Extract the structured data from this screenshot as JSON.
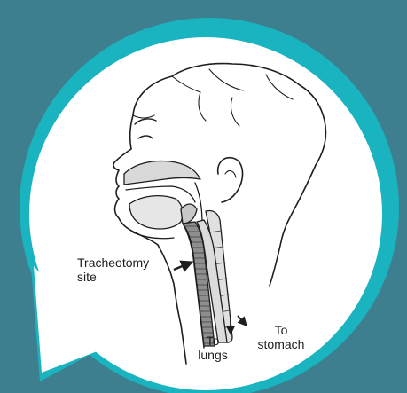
{
  "colors": {
    "background": "#3E7F8F",
    "bubble_outer": "#1AB3C0",
    "bubble_inner": "#FFFFFF",
    "ink": "#1E1E1E",
    "airway_fill": "#9B9B9B"
  },
  "labels": {
    "tracheotomy": [
      "Tracheotomy",
      "site"
    ],
    "lungs": [
      "To",
      "lungs"
    ],
    "stomach": [
      "To",
      "stomach"
    ]
  },
  "icons": {
    "tracheotomy_pointer": "right-arrow-icon",
    "lungs_pointer": "down-arrow-icon",
    "stomach_pointer": "down-right-arrow-icon"
  }
}
